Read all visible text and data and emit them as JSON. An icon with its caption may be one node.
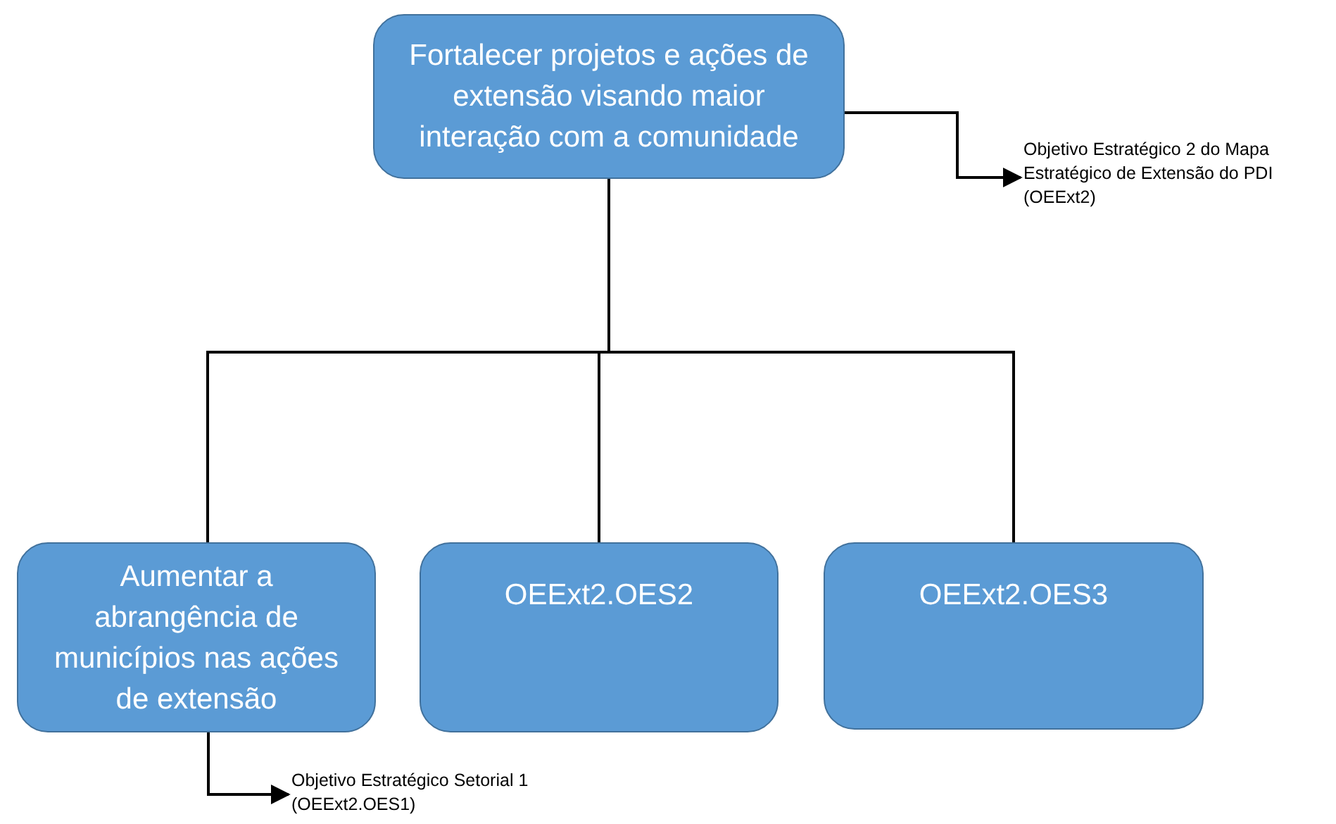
{
  "diagram": {
    "nodes": [
      {
        "text": [
          "Fortalecer projetos e ações de extensão visando maior interação com a comunidade"
        ]
      },
      {
        "text": [
          "Aumentar a abrangência de municípios nas ações de extensão"
        ]
      },
      {
        "text": [
          "OEExt2.OES2"
        ]
      },
      {
        "text": [
          "OEExt2.OES3"
        ]
      },
      {
        "text": [
          "Objetivo Estratégico 2 do Mapa Estratégico de Extensão do PDI (OEExt2)"
        ]
      },
      {
        "text": [
          "Objetivo Estratégico Setorial 1 (OEExt2.OES1)"
        ]
      }
    ],
    "edges": [
      {
        "from": 0,
        "to": 1,
        "arrow": "none"
      },
      {
        "from": 0,
        "to": 2,
        "arrow": "none"
      },
      {
        "from": 0,
        "to": 3,
        "arrow": "none"
      },
      {
        "from": 0,
        "to": 4,
        "arrow": "to"
      },
      {
        "from": 1,
        "to": 5,
        "arrow": "to"
      }
    ]
  }
}
